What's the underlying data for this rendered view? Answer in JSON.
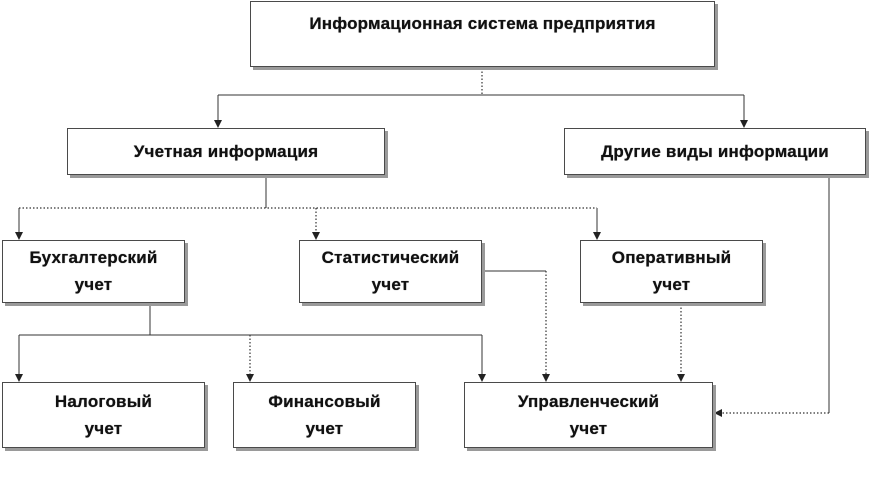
{
  "diagram": {
    "nodes": {
      "top": "Информационная система предприятия",
      "uchet": "Учетная информация",
      "other": "Другие виды информации",
      "buh": "Бухгалтерский\nучет",
      "stat": "Статистический\nучет",
      "oper": "Оперативный\nучет",
      "nalog": "Налоговый\nучет",
      "fin": "Финансовый\nучет",
      "upr": "Управленческий\nучет"
    },
    "edges": [
      {
        "from": "top",
        "to": "uchet"
      },
      {
        "from": "top",
        "to": "other"
      },
      {
        "from": "uchet",
        "to": "buh"
      },
      {
        "from": "uchet",
        "to": "stat"
      },
      {
        "from": "uchet",
        "to": "oper"
      },
      {
        "from": "buh",
        "to": "nalog"
      },
      {
        "from": "buh",
        "to": "fin"
      },
      {
        "from": "buh",
        "to": "upr"
      },
      {
        "from": "stat",
        "to": "upr"
      },
      {
        "from": "oper",
        "to": "upr"
      },
      {
        "from": "other",
        "to": "upr"
      }
    ],
    "colors": {
      "line": "#333333",
      "border": "#4a4a4a",
      "shadow": "#9a9a9a",
      "text": "#111111"
    }
  }
}
